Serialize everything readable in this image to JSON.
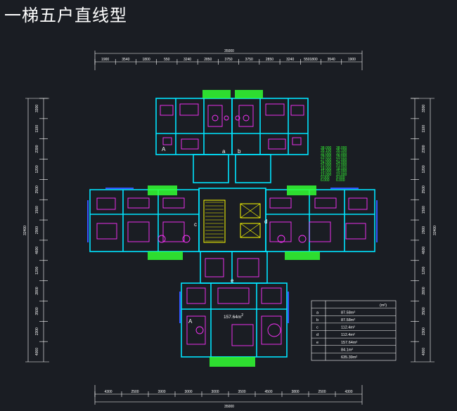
{
  "title": "一梯五户直线型",
  "dims": {
    "overall_top": "35000",
    "overall_bottom": "35000",
    "top_segments": [
      "1900",
      "3540",
      "1800",
      "550",
      "3240",
      "2850",
      "3750",
      "3750",
      "2850",
      "3240",
      "5501800",
      "3540",
      "1900"
    ],
    "bottom_segments": [
      "4300",
      "2500",
      "3900",
      "3000",
      "3000",
      "3500",
      "4500",
      "3800",
      "2500",
      "4300"
    ],
    "left_total": "32400",
    "right_total": "32400",
    "left_segments": [
      "3300",
      "1100",
      "2300",
      "1200",
      "2500",
      "1500",
      "2900",
      "4600",
      "1200",
      "2800",
      "3500",
      "2300",
      "4000"
    ],
    "right_segments": [
      "3300",
      "1100",
      "2300",
      "1200",
      "2500",
      "1500",
      "2900",
      "4600",
      "1200",
      "2800",
      "3500",
      "2300",
      "4000"
    ]
  },
  "room_labels": [
    "a",
    "b",
    "c",
    "d",
    "e"
  ],
  "unit_area_label": "157.64m",
  "unit_area_sup": "2",
  "stair_marker": "A",
  "elevations": [
    "38.000",
    "35.100",
    "32.000",
    "29.000",
    "27.000",
    "24.000",
    "21.000",
    "18.000",
    "15.000",
    "12.000",
    "9.000",
    "6.000"
  ],
  "area_table": {
    "header_right": "(m²)",
    "rows": [
      {
        "k": "a",
        "v": "87.58m²"
      },
      {
        "k": "b",
        "v": "87.58m²"
      },
      {
        "k": "c",
        "v": "112.4m²"
      },
      {
        "k": "d",
        "v": "112.4m²"
      },
      {
        "k": "e",
        "v": "157.64m²"
      },
      {
        "k": "",
        "v": "84.1m²"
      },
      {
        "k": "",
        "v": "635.39m²"
      }
    ]
  },
  "colors": {
    "wall": "#00e5ff",
    "furniture": "#ff33ff",
    "green": "#33ff33",
    "yellow": "#ffff00",
    "blue": "#3355ff",
    "dim": "#ffffff"
  }
}
